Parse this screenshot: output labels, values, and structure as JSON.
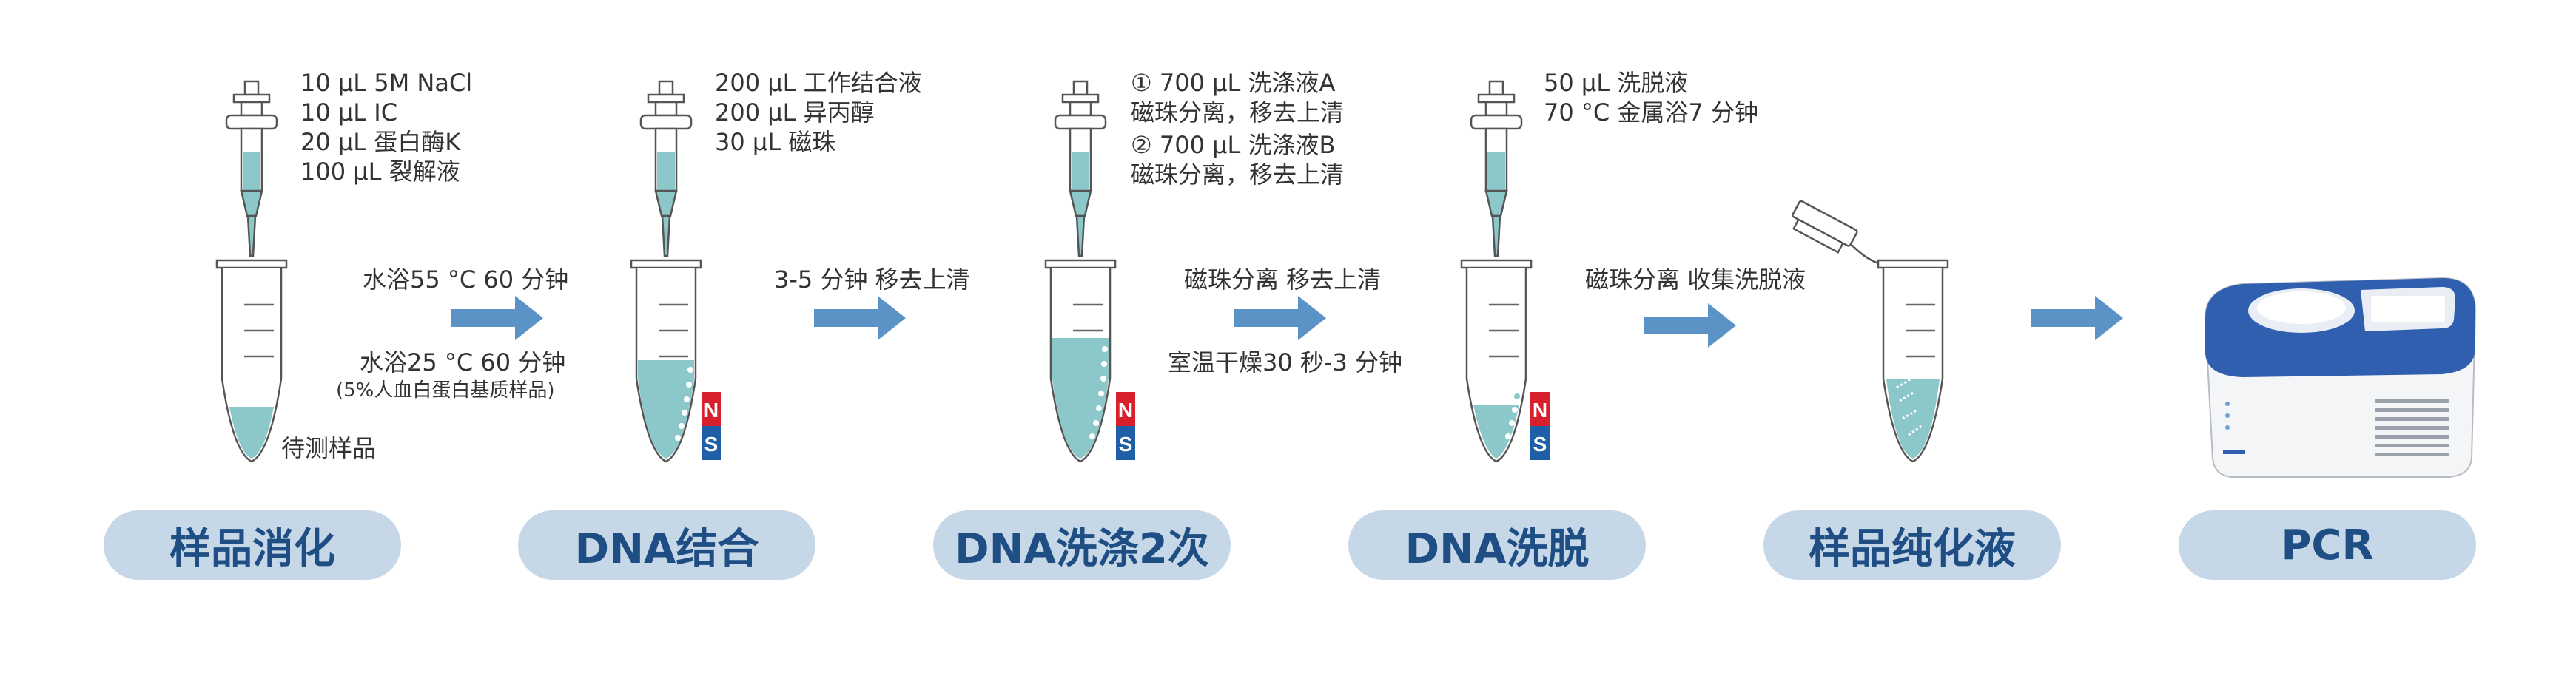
{
  "steps": [
    {
      "label": "样品消化",
      "reagents": [
        "10 µL 5M NaCl",
        "10 µL IC",
        "20 µL 蛋白酶K",
        "100 µL 裂解液"
      ],
      "sample_label": "待测样品",
      "arrow_top": "水浴55 °C 60 分钟",
      "arrow_bottom": "水浴25 °C 60 分钟",
      "arrow_bottom_sub": "(5%人血白蛋白基质样品)"
    },
    {
      "label": "DNA结合",
      "reagents": [
        "200 µL 工作结合液",
        "200 µL 异丙醇",
        "30 µL 磁珠"
      ],
      "arrow_top": "3-5 分钟 移去上清"
    },
    {
      "label": "DNA洗涤2次",
      "reagents": [
        "① 700 µL 洗涤液A",
        "磁珠分离，移去上清",
        "② 700 µL 洗涤液B",
        "磁珠分离，移去上清"
      ],
      "arrow_top": "磁珠分离 移去上清",
      "arrow_bottom": "室温干燥30 秒-3 分钟"
    },
    {
      "label": "DNA洗脱",
      "reagents": [
        "50 µL 洗脱液",
        "70 °C 金属浴7 分钟"
      ],
      "arrow_top": "磁珠分离 收集洗脱液"
    },
    {
      "label": "样品纯化液"
    },
    {
      "label": "PCR"
    }
  ],
  "magnet": {
    "north": "N",
    "south": "S"
  },
  "colors": {
    "arrow": "#5b93c6",
    "pill_bg": "#c6d8e8",
    "pill_text": "#1f4e85",
    "liquid": "#8cc7c9",
    "magnet_north": "#d8202c",
    "magnet_south": "#1f5fa8",
    "device_blue": "#2f5fae"
  }
}
